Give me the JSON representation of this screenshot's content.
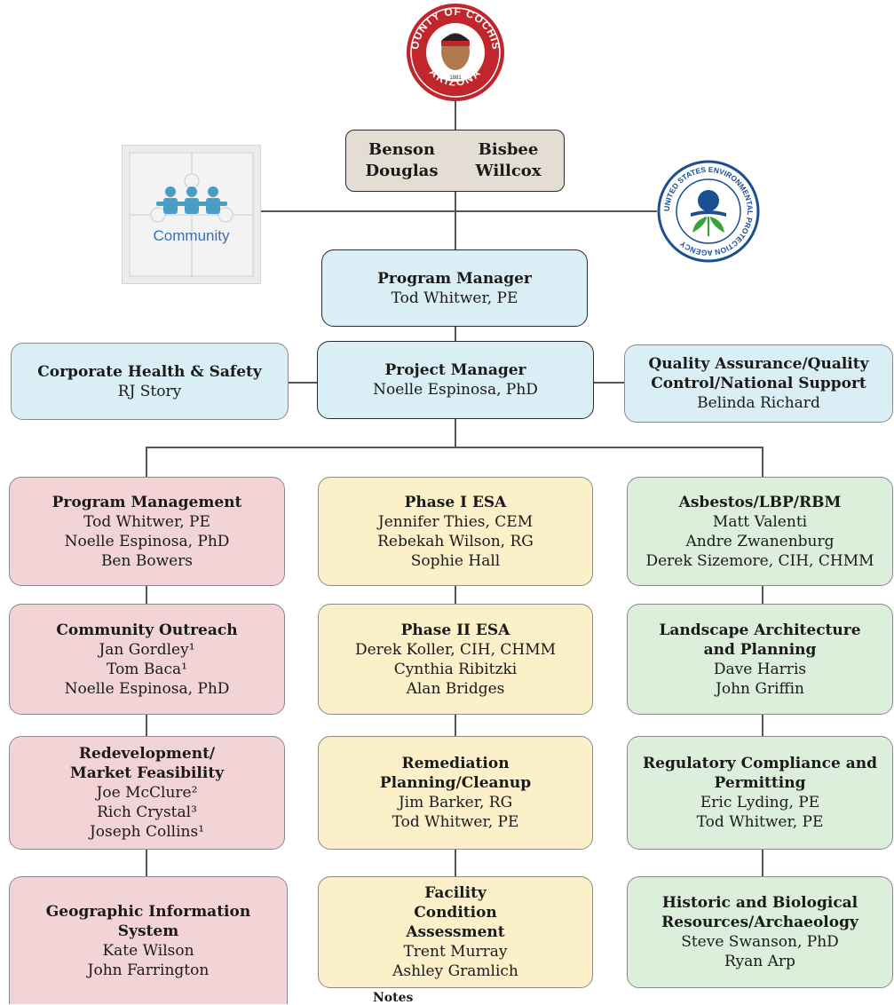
{
  "seal": {
    "top_text": "COUNTY OF COCHISE",
    "bottom_text": "ARIZONA",
    "year": "1881"
  },
  "community_logo": {
    "label": "Community"
  },
  "epa_logo": {
    "text": "UNITED STATES ENVIRONMENTAL PROTECTION AGENCY"
  },
  "cities": {
    "a": "Benson",
    "b": "Bisbee",
    "c": "Douglas",
    "d": "Willcox"
  },
  "program_manager": {
    "title": "Program Manager",
    "names": [
      "Tod Whitwer, PE"
    ]
  },
  "project_manager": {
    "title": "Project Manager",
    "names": [
      "Noelle Espinosa, PhD"
    ]
  },
  "health_safety": {
    "title": "Corporate Health & Safety",
    "names": [
      "RJ Story"
    ]
  },
  "qa_qc": {
    "title": "Quality Assurance/Quality Control/National Support",
    "names": [
      "Belinda Richard"
    ]
  },
  "columns": [
    [
      {
        "title": "Program Management",
        "names": [
          "Tod Whitwer, PE",
          "Noelle Espinosa, PhD",
          "Ben Bowers"
        ]
      },
      {
        "title": "Community Outreach",
        "names": [
          "Jan Gordley¹",
          "Tom Baca¹",
          "Noelle Espinosa, PhD"
        ]
      },
      {
        "title": "Redevelopment/ Market Feasibility",
        "names": [
          "Joe McClure²",
          "Rich Crystal³",
          "Joseph Collins¹"
        ]
      },
      {
        "title": "Geographic Information System",
        "names": [
          "Kate Wilson",
          "John Farrington"
        ]
      }
    ],
    [
      {
        "title": "Phase I ESA",
        "names": [
          "Jennifer Thies, CEM",
          "Rebekah Wilson, RG",
          "Sophie Hall"
        ]
      },
      {
        "title": "Phase II ESA",
        "names": [
          "Derek Koller, CIH, CHMM",
          "Cynthia Ribitzki",
          "Alan Bridges"
        ]
      },
      {
        "title": "Remediation Planning/Cleanup",
        "names": [
          "Jim Barker, RG",
          "Tod Whitwer, PE"
        ]
      },
      {
        "title": "Facility Condition Assessment",
        "names": [
          "Trent Murray",
          "Ashley Gramlich"
        ]
      }
    ],
    [
      {
        "title": "Asbestos/LBP/RBM",
        "names": [
          "Matt Valenti",
          "Andre Zwanenburg",
          "Derek Sizemore, CIH, CHMM"
        ]
      },
      {
        "title": "Landscape Architecture and Planning",
        "names": [
          "Dave Harris",
          "John Griffin"
        ]
      },
      {
        "title": "Regulatory Compliance and Permitting",
        "names": [
          "Eric Lyding, PE",
          "Tod Whitwer, PE"
        ]
      },
      {
        "title": "Historic and Biological Resources/Archaeology",
        "names": [
          "Steve Swanson, PhD",
          "Ryan Arp"
        ]
      }
    ]
  ],
  "notes_label": "Notes"
}
